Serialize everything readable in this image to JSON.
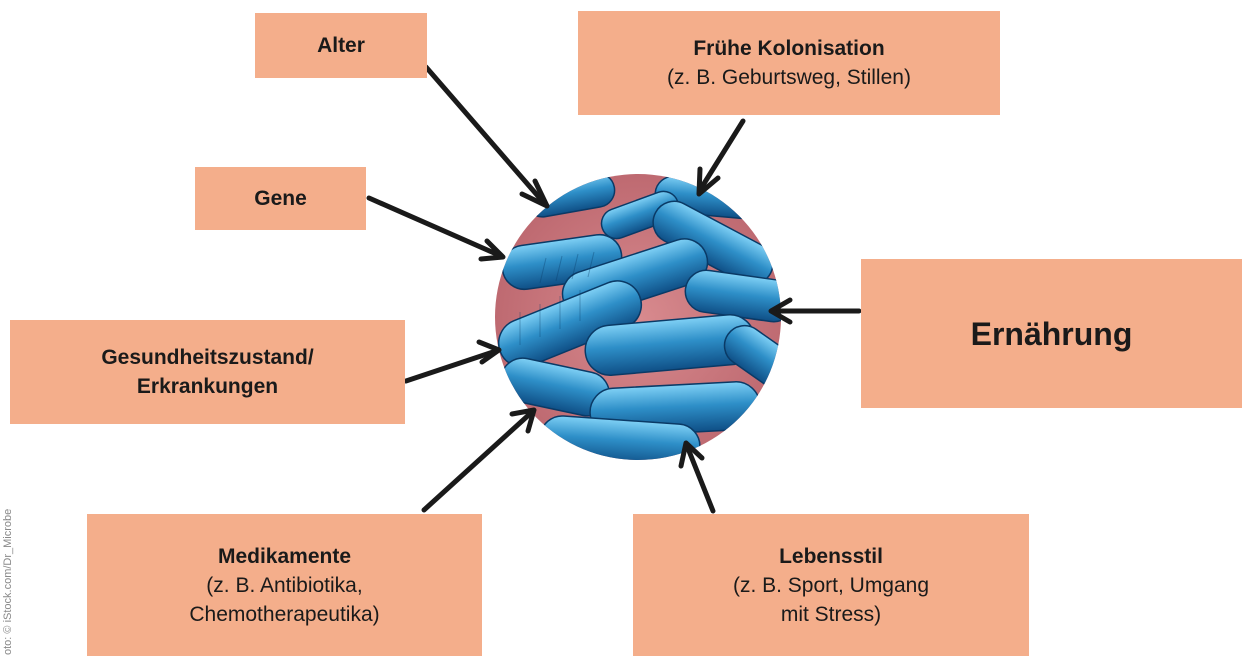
{
  "nodes": {
    "alter": {
      "title": "Alter",
      "subtitle": ""
    },
    "fruehe_kolonisation": {
      "title": "Frühe Kolonisation",
      "subtitle": "(z. B. Geburtsweg, Stillen)"
    },
    "gene": {
      "title": "Gene",
      "subtitle": ""
    },
    "gesundheitszustand": {
      "title_line1": "Gesundheitszustand/",
      "title_line2": "Erkrankungen"
    },
    "ernaehrung": {
      "title": "Ernährung"
    },
    "medikamente": {
      "title": "Medikamente",
      "subtitle_line1": "(z. B. Antibiotika,",
      "subtitle_line2": "Chemotherapeutika)"
    },
    "lebensstil": {
      "title": "Lebensstil",
      "subtitle_line1": "(z. B. Sport, Umgang",
      "subtitle_line2": "mit Stress)"
    }
  },
  "center_image": {
    "description_icon": "bacteria-micrograph-icon"
  },
  "photo_credit": "oto: © iStock.com/Dr_Microbe",
  "colors": {
    "box_fill": "#f4ae8b",
    "arrow": "#1a1a1a",
    "bacteria": "#2e8fc8",
    "background_tissue": "#c9787c"
  }
}
